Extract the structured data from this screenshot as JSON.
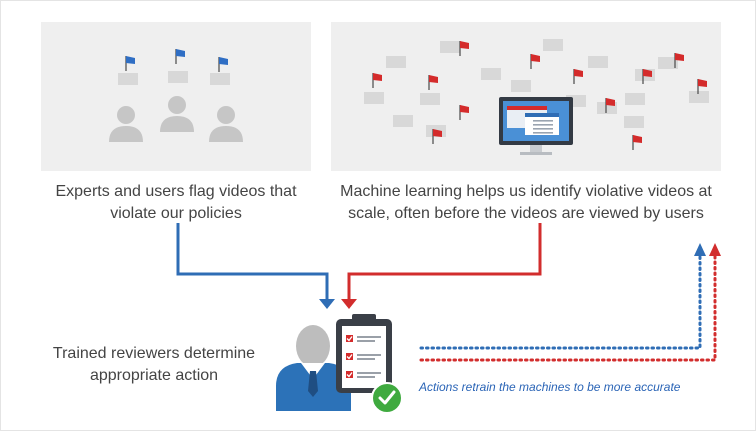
{
  "captions": {
    "experts": "Experts and users flag videos that violate our policies",
    "machine_learning": "Machine learning helps us identify violative videos at scale, often before the videos are viewed by users",
    "reviewers": "Trained reviewers determine appropriate action",
    "retrain": "Actions retrain the machines to be more accurate"
  },
  "colors": {
    "human_path": "#2f6db5",
    "machine_path": "#d22d2d",
    "panel_bg": "#efefef",
    "flag_blue": "#2f6ec4",
    "flag_red": "#d42b2b",
    "check_green": "#3faa3f"
  },
  "icons": {
    "human_flags": "blue-flag-icon",
    "machine_flags": "red-flag-icon",
    "users": "user-silhouette-icon",
    "computer": "monitor-icon",
    "reviewer": "reviewer-person-icon",
    "checklist": "clipboard-checklist-icon",
    "approved": "check-circle-icon"
  }
}
